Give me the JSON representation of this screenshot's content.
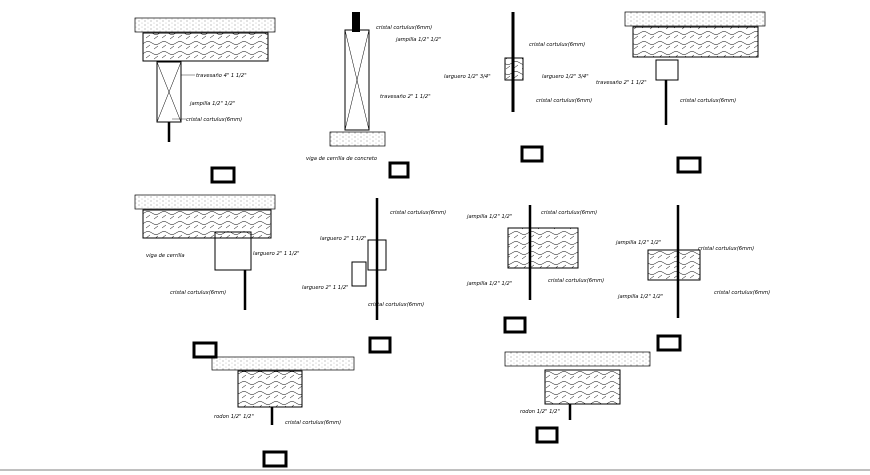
{
  "details": {
    "d1": {
      "l1": "travesaño 4\" 1 1/2\"",
      "l2": "jampilla 1/2\" 1/2\"",
      "l3": "cristal cortulux(6mm)"
    },
    "d2": {
      "l1": "cristal cortulux(6mm)",
      "l2": "jampilla 1/2\" 1/2\"",
      "l3": "travesaño 2\" 1 1/2\"",
      "l4": "viga de cerrilla de concreto"
    },
    "d3": {
      "l1": "cristal cortulux(6mm)",
      "l2": "larguero 1/2\" 3/4\"",
      "l3": "larguero 1/2\" 3/4\"",
      "l4": "cristal cortulux(6mm)"
    },
    "d4": {
      "l1": "travesaño 2\" 1 1/2\"",
      "l2": "cristal cortulux(6mm)"
    },
    "d5": {
      "l1": "viga de cerrilla",
      "l2": "larguero 2\" 1 1/2\"",
      "l3": "cristal cortulux(6mm)"
    },
    "d6": {
      "l1": "cristal cortulux(6mm)",
      "l2": "larguero 2\" 1 1/2\"",
      "l3": "larguero 2\" 1 1/2\"",
      "l4": "cristal cortulux(6mm)"
    },
    "d7": {
      "l1": "jampilla 1/2\" 1/2\"",
      "l2": "cristal cortulux(6mm)",
      "l3": "jampilla 1/2\" 1/2\"",
      "l4": "cristal cortulux(6mm)"
    },
    "d8": {
      "l1": "jampilla 1/2\" 1/2\"",
      "l2": "cristal cortulux(6mm)",
      "l3": "jampilla 1/2\" 1/2\"",
      "l4": "cristal cortulux(6mm)"
    },
    "d9": {
      "l1": "rodon 1/2\" 1/2\"",
      "l2": "cristal cortulux(6mm)"
    },
    "d10": {
      "l1": "rodon 1/2\" 1/2\""
    }
  },
  "icons": [
    "section-mark-icon",
    "hatch-pattern-icon"
  ]
}
